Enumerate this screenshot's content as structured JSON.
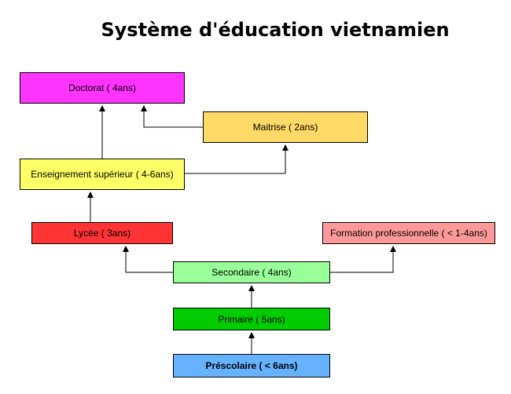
{
  "title": "Système d'éducation vietnamien",
  "nodes": {
    "doctorat": {
      "label": "Doctorat ( 4ans)",
      "color": "#ff33ff"
    },
    "maitrise": {
      "label": "Maitrise ( 2ans)",
      "color": "#ffd966"
    },
    "superieur": {
      "label": "Enseignement supérieur ( 4-6ans)",
      "color": "#ffff66"
    },
    "lycee": {
      "label": "Lycée ( 3ans)",
      "color": "#ff3333"
    },
    "formation": {
      "label": "Formation professionnelle ( < 1-4ans)",
      "color": "#ff9999"
    },
    "secondaire": {
      "label": "Secondaire ( 4ans)",
      "color": "#99ff99"
    },
    "primaire": {
      "label": "Primaire ( 5ans)",
      "color": "#00cc00"
    },
    "prescolaire": {
      "label": "Préscolaire ( < 6ans)",
      "color": "#66b2ff"
    }
  },
  "edges": [
    {
      "from": "prescolaire",
      "to": "primaire"
    },
    {
      "from": "primaire",
      "to": "secondaire"
    },
    {
      "from": "secondaire",
      "to": "lycee"
    },
    {
      "from": "secondaire",
      "to": "formation"
    },
    {
      "from": "lycee",
      "to": "superieur"
    },
    {
      "from": "superieur",
      "to": "doctorat"
    },
    {
      "from": "superieur",
      "to": "maitrise"
    },
    {
      "from": "maitrise",
      "to": "doctorat"
    }
  ]
}
